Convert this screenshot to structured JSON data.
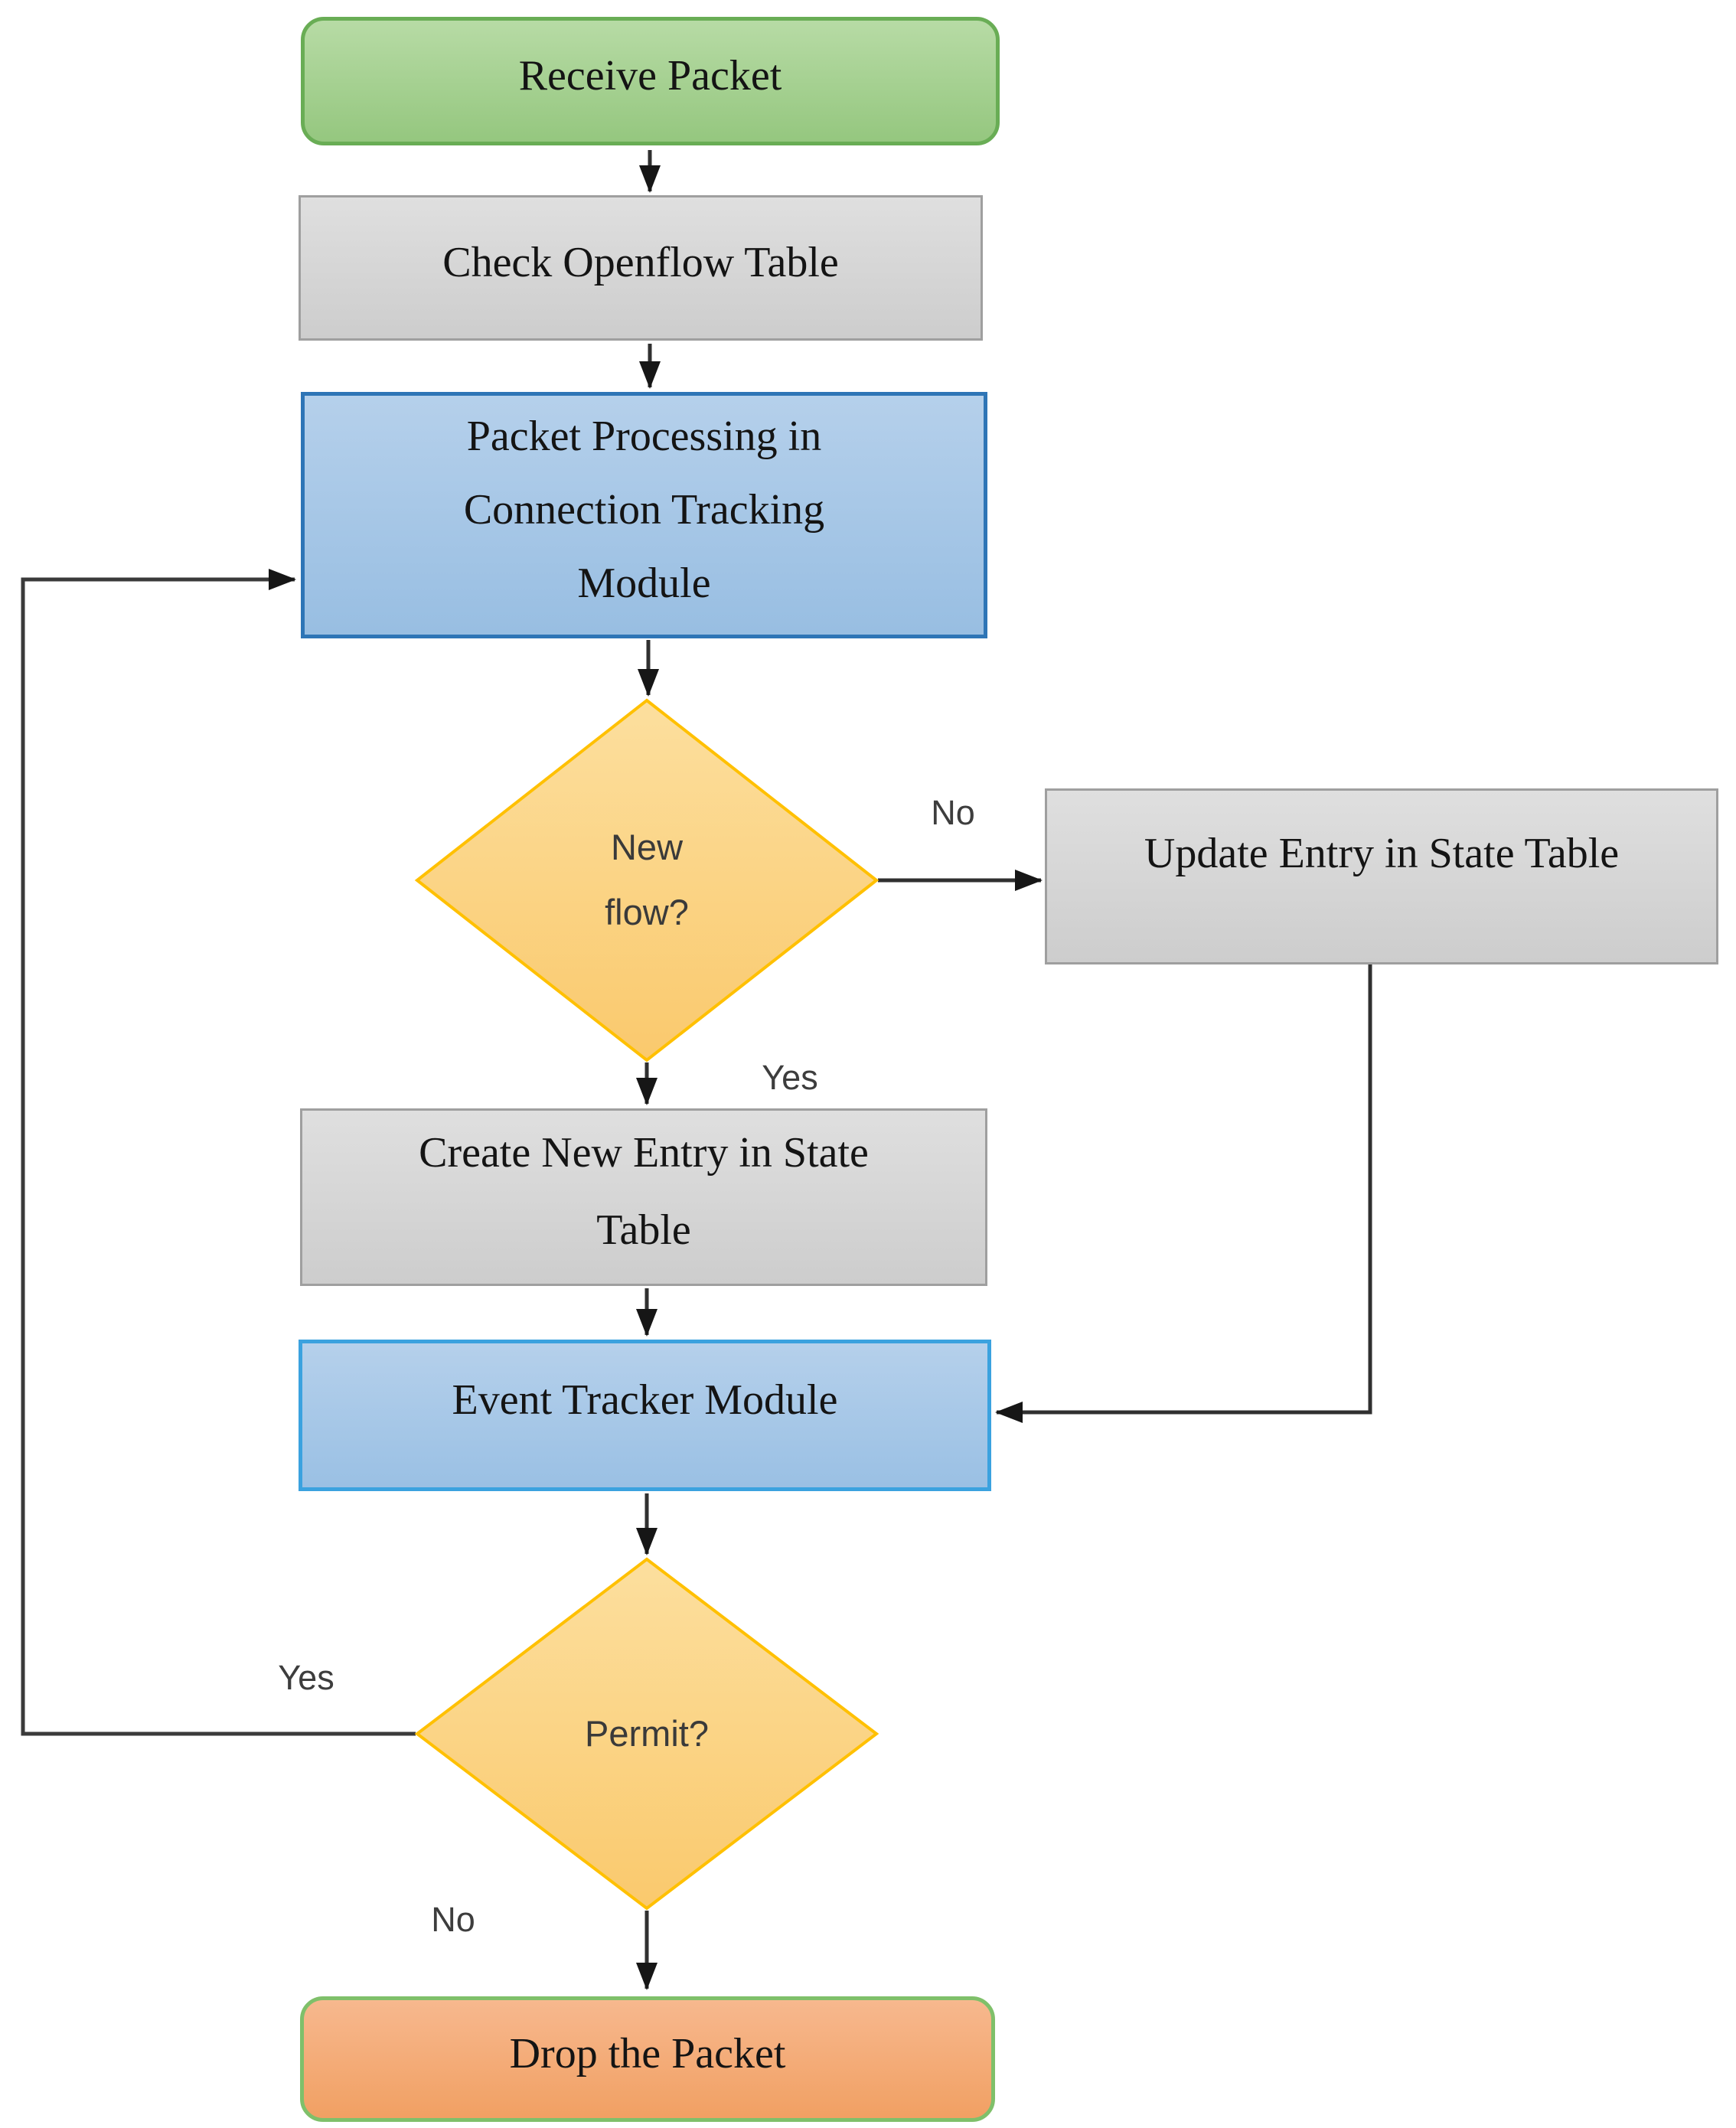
{
  "diagram": {
    "nodes": {
      "receive_packet": {
        "shape": "rounded-rect",
        "fill": "#a6d293",
        "border": "#69ad55",
        "lines": [
          "Receive Packet"
        ]
      },
      "check_openflow": {
        "shape": "rect",
        "fill": "#d6d6d6",
        "border": "#9f9f9f",
        "lines": [
          "Check Openflow Table"
        ]
      },
      "packet_processing": {
        "shape": "rect",
        "fill": "#a7c7e7",
        "border": "#2e75b6",
        "lines": [
          "Packet Processing in",
          "Connection Tracking",
          "Module"
        ]
      },
      "new_flow": {
        "shape": "diamond",
        "fill": "#fbd389",
        "border": "#ffc000",
        "lines": [
          "New",
          "flow?"
        ]
      },
      "update_entry": {
        "shape": "rect",
        "fill": "#d6d6d6",
        "border": "#9f9f9f",
        "lines": [
          "Update Entry in State Table"
        ]
      },
      "create_entry": {
        "shape": "rect",
        "fill": "#d6d6d6",
        "border": "#9f9f9f",
        "lines": [
          "Create New Entry in State",
          "Table"
        ]
      },
      "event_tracker": {
        "shape": "rect",
        "fill": "#a7c9e8",
        "border": "#3ba2df",
        "lines": [
          "Event Tracker Module"
        ]
      },
      "permit": {
        "shape": "diamond",
        "fill": "#fbd389",
        "border": "#ffc000",
        "lines": [
          "Permit?"
        ]
      },
      "drop_packet": {
        "shape": "rounded-rect",
        "fill": "#f4ab71",
        "border": "#7fc06a",
        "lines": [
          "Drop the Packet"
        ]
      }
    },
    "edge_labels": {
      "new_flow_no": "No",
      "new_flow_yes": "Yes",
      "permit_yes": "Yes",
      "permit_no": "No"
    },
    "palette": {
      "connector": "#303030",
      "arrowhead": "#161616",
      "diamond_stroke": "#ffc000",
      "text_serif": "#141414",
      "text_sans": "#3d3d3d"
    }
  }
}
